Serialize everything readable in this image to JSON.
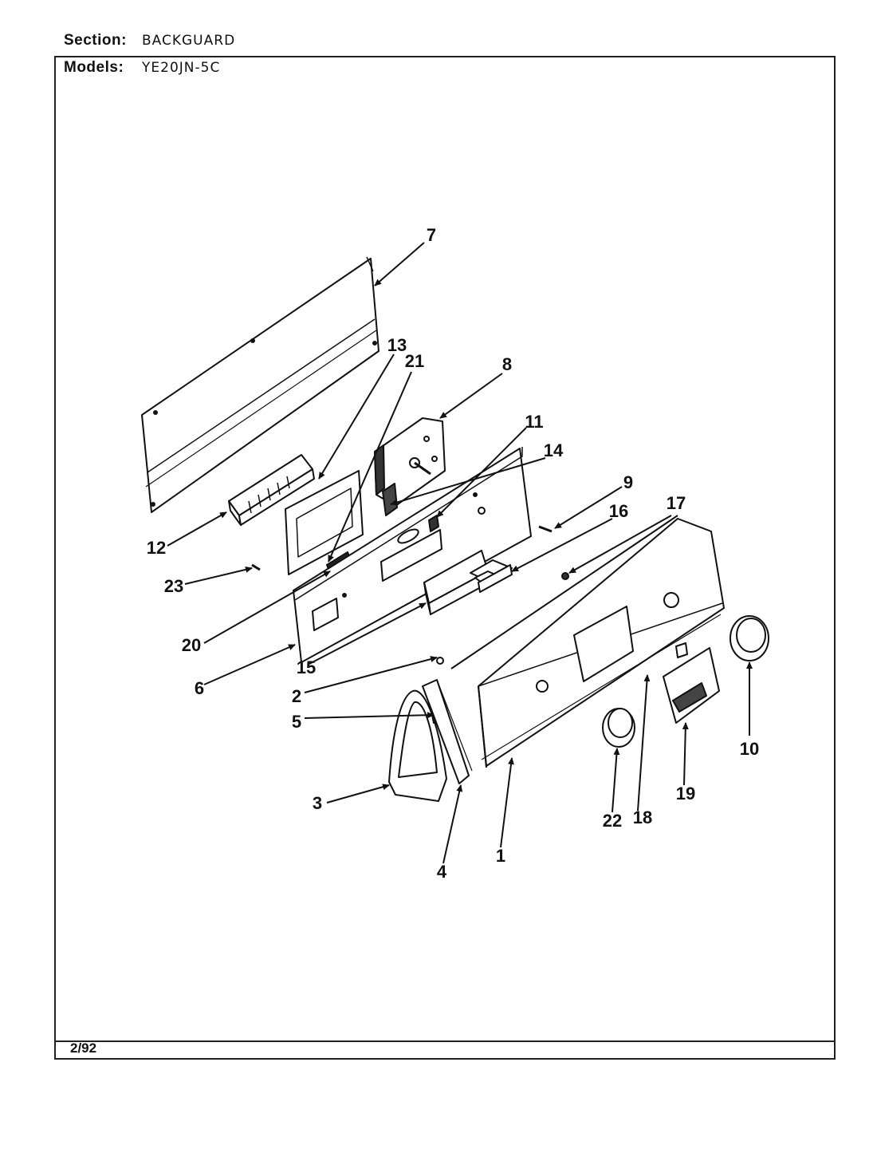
{
  "header": {
    "section_label": "Section:",
    "section_value": "BACKGUARD",
    "models_label": "Models:",
    "models_value": "YE20JN-5C"
  },
  "footer": {
    "date": "2/92"
  },
  "callouts": [
    "1",
    "2",
    "3",
    "4",
    "5",
    "6",
    "7",
    "8",
    "9",
    "10",
    "11",
    "12",
    "13",
    "14",
    "15",
    "16",
    "17",
    "18",
    "19",
    "20",
    "21",
    "22",
    "23"
  ]
}
